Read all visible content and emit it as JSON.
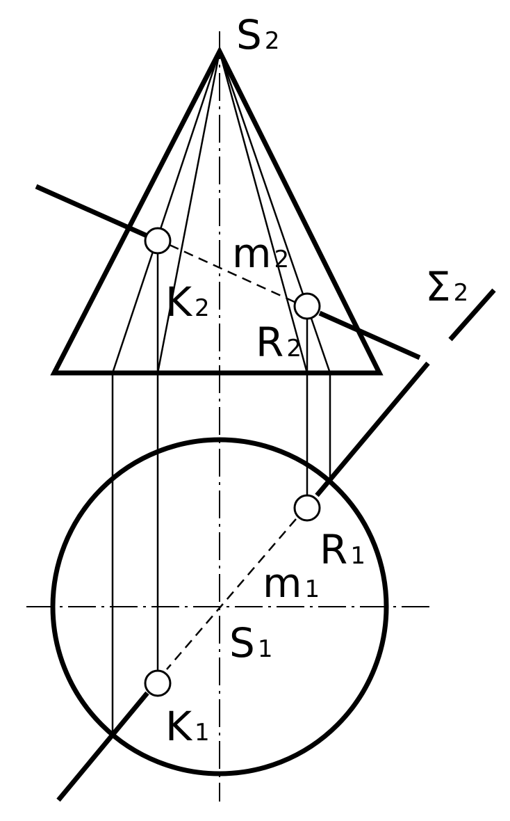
{
  "labels": {
    "s2": {
      "main": "S",
      "sub": "2"
    },
    "m2": {
      "main": "m",
      "sub": "2"
    },
    "k2": {
      "main": "K",
      "sub": "2"
    },
    "r2": {
      "main": "R",
      "sub": "2"
    },
    "sigma2": {
      "main": "Σ",
      "sub": "2"
    },
    "r1": {
      "main": "R",
      "sub": "1"
    },
    "m1": {
      "main": "m",
      "sub": "1"
    },
    "s1": {
      "main": "S",
      "sub": "1"
    },
    "k1": {
      "main": "K",
      "sub": "1"
    }
  }
}
